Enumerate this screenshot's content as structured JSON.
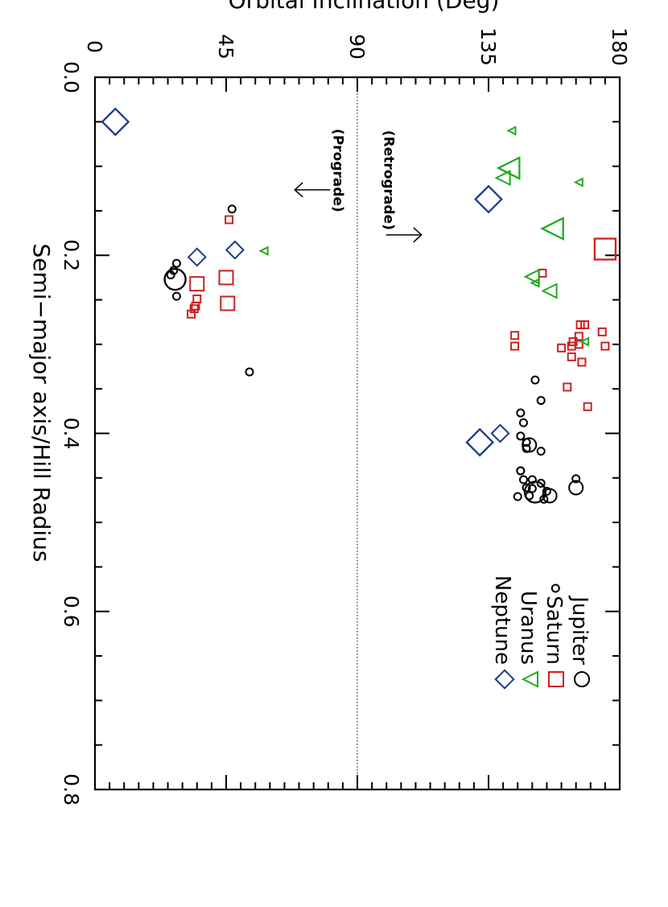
{
  "chart_data": {
    "type": "scatter",
    "xlabel": "Semi−major axis/Hill Radius",
    "ylabel": "Orbital Inclination (Deg)",
    "xlim": [
      0.0,
      0.8
    ],
    "ylim": [
      0,
      180
    ],
    "x_ticks": [
      0.0,
      0.2,
      0.4,
      0.6,
      0.8
    ],
    "x_tick_labels": [
      "0.0",
      "0.2",
      "0.4",
      "0.6",
      "0.8"
    ],
    "y_ticks": [
      0,
      45,
      90,
      135,
      180
    ],
    "y_tick_labels": [
      "0",
      "45",
      "90",
      "135",
      "180"
    ],
    "reference_line": {
      "y": 90,
      "style": "dotted"
    },
    "annotations": [
      {
        "text": "(Retrograde)",
        "direction": "up",
        "x": 0.13,
        "y": 96
      },
      {
        "text": "(Prograde)",
        "direction": "down",
        "x": 0.13,
        "y": 84
      }
    ],
    "legend_position": "top-right",
    "series": [
      {
        "name": "Jupiter",
        "marker": "circle",
        "color": "#000000",
        "points": [
          [
            0.148,
            47
          ],
          [
            0.331,
            53
          ],
          [
            0.227,
            27.5
          ],
          [
            0.209,
            28
          ],
          [
            0.222,
            26
          ],
          [
            0.217,
            27
          ],
          [
            0.246,
            28
          ],
          [
            0.34,
            151
          ],
          [
            0.363,
            153
          ],
          [
            0.377,
            146
          ],
          [
            0.388,
            147
          ],
          [
            0.403,
            146
          ],
          [
            0.41,
            148
          ],
          [
            0.413,
            149
          ],
          [
            0.417,
            148
          ],
          [
            0.42,
            153
          ],
          [
            0.442,
            146
          ],
          [
            0.452,
            147
          ],
          [
            0.461,
            148
          ],
          [
            0.466,
            151
          ],
          [
            0.471,
            145
          ],
          [
            0.461,
            165
          ],
          [
            0.451,
            165
          ],
          [
            0.47,
            156
          ],
          [
            0.474,
            154
          ],
          [
            0.456,
            153
          ],
          [
            0.462,
            150
          ],
          [
            0.574,
            158
          ],
          [
            0.442,
            146
          ],
          [
            0.452,
            150
          ],
          [
            0.465,
            155
          ],
          [
            0.47,
            149
          ]
        ],
        "sizes": [
          1,
          1,
          3,
          1,
          1,
          1,
          1,
          1,
          1,
          1,
          1,
          1,
          1,
          2,
          1,
          1,
          1,
          1,
          1,
          3,
          1,
          2,
          1,
          2,
          1,
          1,
          1,
          1,
          1,
          1,
          1,
          1
        ]
      },
      {
        "name": "Saturn",
        "marker": "square",
        "color": "#cc2020",
        "points": [
          [
            0.193,
            175
          ],
          [
            0.16,
            46
          ],
          [
            0.225,
            45
          ],
          [
            0.254,
            45.5
          ],
          [
            0.232,
            35
          ],
          [
            0.249,
            35
          ],
          [
            0.257,
            34.5
          ],
          [
            0.26,
            34
          ],
          [
            0.266,
            33
          ],
          [
            0.22,
            153.5
          ],
          [
            0.278,
            166.5
          ],
          [
            0.278,
            168
          ],
          [
            0.297,
            164
          ],
          [
            0.291,
            166
          ],
          [
            0.286,
            174
          ],
          [
            0.302,
            175
          ],
          [
            0.302,
            163.5
          ],
          [
            0.3,
            166
          ],
          [
            0.304,
            160
          ],
          [
            0.314,
            163.5
          ],
          [
            0.29,
            144
          ],
          [
            0.302,
            144
          ],
          [
            0.32,
            167
          ],
          [
            0.348,
            162
          ],
          [
            0.37,
            169
          ]
        ],
        "sizes": [
          3,
          1,
          2,
          2,
          2,
          1,
          1,
          1,
          1,
          1,
          1,
          1,
          1,
          1,
          1,
          1,
          1,
          1,
          1,
          1,
          1,
          1,
          1,
          1,
          1
        ]
      },
      {
        "name": "Uranus",
        "marker": "triangle",
        "color": "#22aa22",
        "points": [
          [
            0.06,
            143
          ],
          [
            0.102,
            142
          ],
          [
            0.113,
            140
          ],
          [
            0.118,
            166
          ],
          [
            0.17,
            157
          ],
          [
            0.224,
            150
          ],
          [
            0.231,
            151
          ],
          [
            0.24,
            156
          ],
          [
            0.195,
            58
          ],
          [
            0.297,
            168
          ]
        ],
        "sizes": [
          1,
          3,
          2,
          1,
          3,
          2,
          1,
          2,
          1,
          1
        ]
      },
      {
        "name": "Neptune",
        "marker": "diamond",
        "color": "#1e3c8c",
        "points": [
          [
            0.05,
            7
          ],
          [
            0.137,
            135
          ],
          [
            0.194,
            48
          ],
          [
            0.202,
            35
          ],
          [
            0.4,
            139
          ],
          [
            0.41,
            132
          ]
        ],
        "sizes": [
          3,
          3,
          2,
          2,
          2,
          3
        ]
      }
    ]
  }
}
